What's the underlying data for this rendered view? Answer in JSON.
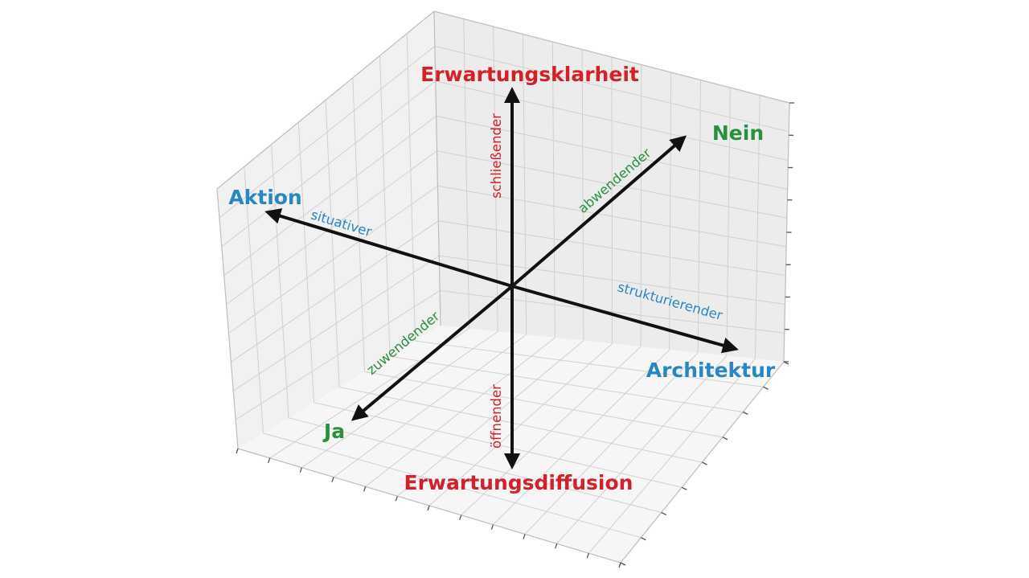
{
  "axes": {
    "vertical": {
      "top": "Erwartungsklarheit",
      "bottom": "Erwartungsdiffusion",
      "upper_mid": "schließender",
      "lower_mid": "öffnender",
      "color": "#d32029"
    },
    "horizontal": {
      "left": "Aktion",
      "right": "Architektur",
      "left_mid": "situativer",
      "right_mid": "strukturierender",
      "color": "#2a86c2"
    },
    "depth": {
      "back": "Nein",
      "front": "Ja",
      "back_mid": "abwendender",
      "front_mid": "zuwendender",
      "color": "#2a9040"
    }
  },
  "grid": true
}
